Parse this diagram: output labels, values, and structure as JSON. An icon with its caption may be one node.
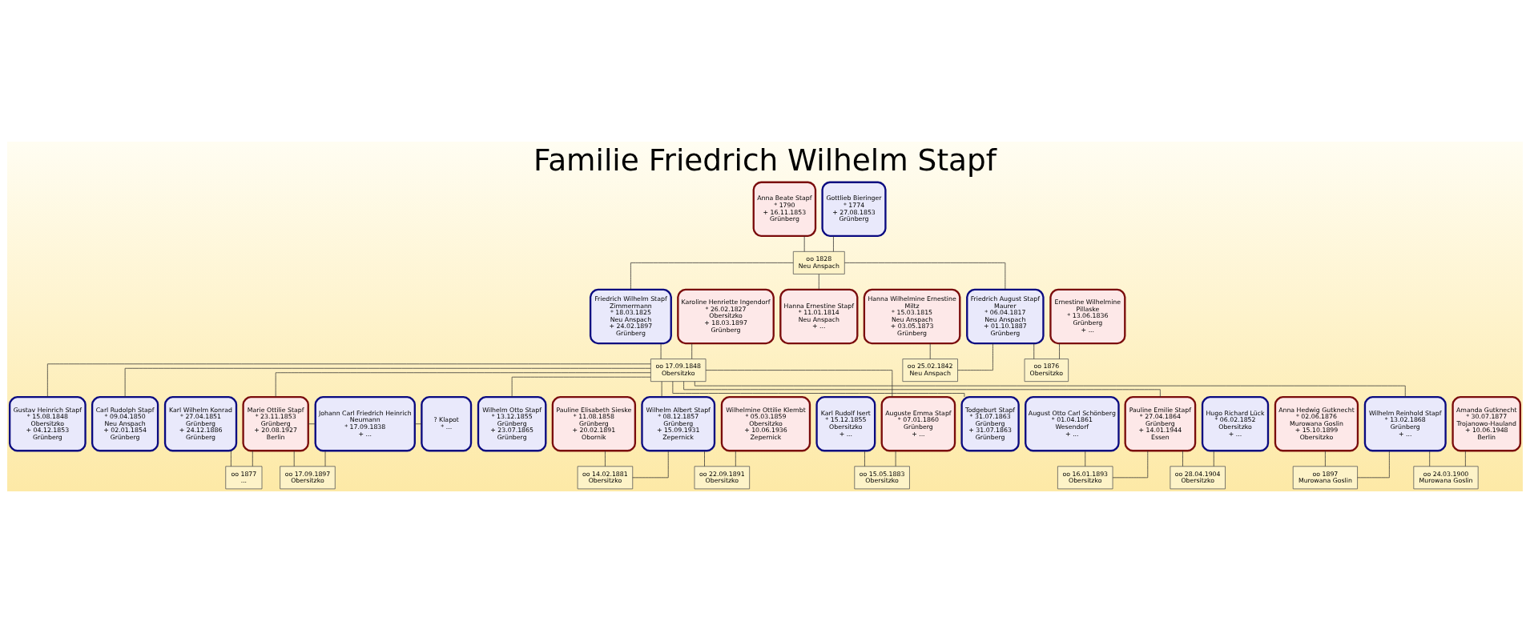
{
  "diagram": {
    "title": "Familie Friedrich Wilhelm Stapf",
    "nodes": [
      {
        "text": [
          "Anna Beate Stapf",
          "* 1790",
          "+ 16.11.1853",
          "Grünberg"
        ]
      },
      {
        "text": [
          "Gottlieb Bieringer",
          "* 1774",
          "+ 27.08.1853",
          "Grünberg"
        ]
      },
      {
        "text": [
          "oo 1828",
          "Neu Anspach"
        ]
      },
      {
        "text": [
          "Friedrich Wilhelm Stapf",
          "Zimmermann",
          "* 18.03.1825",
          "Neu Anspach",
          "+ 24.02.1897",
          "Grünberg"
        ]
      },
      {
        "text": [
          "Karoline Henriette Ingendorf",
          "* 26.02.1827",
          "Obersitzko",
          "+ 18.03.1897",
          "Grünberg"
        ]
      },
      {
        "text": [
          "Hanna Ernestine Stapf",
          "* 11.01.1814",
          "Neu Anspach",
          "+ ..."
        ]
      },
      {
        "text": [
          "Hanna Wilhelmine Ernestine",
          "Miltz",
          "* 15.03.1815",
          "Neu Anspach",
          "+ 03.05.1873",
          "Grünberg"
        ]
      },
      {
        "text": [
          "Friedrich August Stapf",
          "Maurer",
          "* 06.04.1817",
          "Neu Anspach",
          "+ 01.10.1887",
          "Grünberg"
        ]
      },
      {
        "text": [
          "Ernestine Wilhelmine",
          "Pillaske",
          "* 13.06.1836",
          "Grünberg",
          "+ ..."
        ]
      },
      {
        "text": [
          "oo 17.09.1848",
          "Obersitzko"
        ]
      },
      {
        "text": [
          "oo 25.02.1842",
          "Neu Anspach"
        ]
      },
      {
        "text": [
          "oo 1876",
          "Obersitzko"
        ]
      },
      {
        "text": [
          "Gustav Heinrich Stapf",
          "* 15.08.1848",
          "Obersitzko",
          "+ 04.12.1853",
          "Grünberg"
        ]
      },
      {
        "text": [
          "Carl Rudolph Stapf",
          "* 09.04.1850",
          "Neu Anspach",
          "+ 02.01.1854",
          "Grünberg"
        ]
      },
      {
        "text": [
          "Karl Wilhelm Konrad",
          "* 27.04.1851",
          "Grünberg",
          "+ 24.12.1886",
          "Grünberg"
        ]
      },
      {
        "text": [
          "Marie Ottilie Stapf",
          "* 23.11.1853",
          "Grünberg",
          "+ 20.08.1927",
          "Berlin"
        ]
      },
      {
        "text": [
          "Johann Carl Friedrich Heinrich",
          "Neumann",
          "* 17.09.1838",
          "+ ..."
        ]
      },
      {
        "text": [
          "? Klapot",
          "* ..."
        ]
      },
      {
        "text": [
          "Wilhelm Otto Stapf",
          "* 13.12.1855",
          "Grünberg",
          "+ 23.07.1865",
          "Grünberg"
        ]
      },
      {
        "text": [
          "Pauline Elisabeth Sieske",
          "* 11.08.1858",
          "Grünberg",
          "+ 20.02.1891",
          "Obornik"
        ]
      },
      {
        "text": [
          "Wilhelm Albert Stapf",
          "* 08.12.1857",
          "Grünberg",
          "+ 15.09.1931",
          "Zepernick"
        ]
      },
      {
        "text": [
          "Wilhelmine Ottilie Klembt",
          "* 05.03.1859",
          "Obersitzko",
          "+ 10.06.1936",
          "Zepernick"
        ]
      },
      {
        "text": [
          "Karl Rudolf Isert",
          "* 15.12.1855",
          "Obersitzko",
          "+ ..."
        ]
      },
      {
        "text": [
          "Auguste Emma Stapf",
          "* 07.01.1860",
          "Grünberg",
          "+ ..."
        ]
      },
      {
        "text": [
          "Todgeburt Stapf",
          "* 31.07.1863",
          "Grünberg",
          "+ 31.07.1863",
          "Grünberg"
        ]
      },
      {
        "text": [
          "August Otto Carl Schönberg",
          "* 01.04.1861",
          "Wesendorf",
          "+ ..."
        ]
      },
      {
        "text": [
          "Pauline Emilie Stapf",
          "* 27.04.1864",
          "Grünberg",
          "+ 14.01.1944",
          "Essen"
        ]
      },
      {
        "text": [
          "Hugo Richard Lück",
          "* 06.02.1852",
          "Obersitzko",
          "+ ..."
        ]
      },
      {
        "text": [
          "Anna Hedwig Gutknecht",
          "* 02.06.1876",
          "Murowana Goslin",
          "+ 15.10.1899",
          "Obersitzko"
        ]
      },
      {
        "text": [
          "Wilhelm Reinhold Stapf",
          "* 13.02.1868",
          "Grünberg",
          "+ ..."
        ]
      },
      {
        "text": [
          "Amanda Gutknecht",
          "* 30.07.1877",
          "Trojanowo-Hauland",
          "+ 10.06.1948",
          "Berlin"
        ]
      },
      {
        "text": [
          "oo 1877",
          "..."
        ]
      },
      {
        "text": [
          "oo 17.09.1897",
          "Obersitzko"
        ]
      },
      {
        "text": [
          "oo 14.02.1881",
          "Obersitzko"
        ]
      },
      {
        "text": [
          "oo 22.09.1891",
          "Obersitzko"
        ]
      },
      {
        "text": [
          "oo 15.05.1883",
          "Obersitzko"
        ]
      },
      {
        "text": [
          "oo 16.01.1893",
          "Obersitzko"
        ]
      },
      {
        "text": [
          "oo 28.04.1904",
          "Obersitzko"
        ]
      },
      {
        "text": [
          "oo 1897",
          "Murowana Goslin"
        ]
      },
      {
        "text": [
          "oo 24.03.1900",
          "Murowana Goslin"
        ]
      }
    ],
    "edges": [
      {
        "from": 0,
        "to": 2,
        "arrow": "none"
      },
      {
        "from": 1,
        "to": 2,
        "arrow": "none"
      },
      {
        "from": 2,
        "to": 3,
        "arrow": "none"
      },
      {
        "from": 2,
        "to": 5,
        "arrow": "none"
      },
      {
        "from": 2,
        "to": 7,
        "arrow": "none"
      },
      {
        "from": 3,
        "to": 9,
        "arrow": "none"
      },
      {
        "from": 4,
        "to": 9,
        "arrow": "none"
      },
      {
        "from": 6,
        "to": 10,
        "arrow": "none"
      },
      {
        "from": 7,
        "to": 10,
        "arrow": "none"
      },
      {
        "from": 7,
        "to": 11,
        "arrow": "none"
      },
      {
        "from": 8,
        "to": 11,
        "arrow": "none"
      },
      {
        "from": 9,
        "to": 12,
        "arrow": "none"
      },
      {
        "from": 9,
        "to": 13,
        "arrow": "none"
      },
      {
        "from": 9,
        "to": 15,
        "arrow": "none"
      },
      {
        "from": 9,
        "to": 18,
        "arrow": "none"
      },
      {
        "from": 9,
        "to": 20,
        "arrow": "none"
      },
      {
        "from": 9,
        "to": 23,
        "arrow": "none"
      },
      {
        "from": 9,
        "to": 24,
        "arrow": "none"
      },
      {
        "from": 9,
        "to": 26,
        "arrow": "none"
      },
      {
        "from": 9,
        "to": 29,
        "arrow": "none"
      },
      {
        "from": 15,
        "to": 16,
        "arrow": "none"
      },
      {
        "from": 16,
        "to": 17,
        "arrow": "none"
      },
      {
        "from": 14,
        "to": 31,
        "arrow": "none"
      },
      {
        "from": 15,
        "to": 31,
        "arrow": "none"
      },
      {
        "from": 15,
        "to": 32,
        "arrow": "none"
      },
      {
        "from": 16,
        "to": 32,
        "arrow": "none"
      },
      {
        "from": 19,
        "to": 33,
        "arrow": "none"
      },
      {
        "from": 20,
        "to": 33,
        "arrow": "none"
      },
      {
        "from": 20,
        "to": 34,
        "arrow": "none"
      },
      {
        "from": 21,
        "to": 34,
        "arrow": "none"
      },
      {
        "from": 22,
        "to": 35,
        "arrow": "none"
      },
      {
        "from": 23,
        "to": 35,
        "arrow": "none"
      },
      {
        "from": 25,
        "to": 36,
        "arrow": "none"
      },
      {
        "from": 26,
        "to": 36,
        "arrow": "none"
      },
      {
        "from": 26,
        "to": 37,
        "arrow": "none"
      },
      {
        "from": 27,
        "to": 37,
        "arrow": "none"
      },
      {
        "from": 28,
        "to": 38,
        "arrow": "none"
      },
      {
        "from": 29,
        "to": 38,
        "arrow": "none"
      },
      {
        "from": 29,
        "to": 39,
        "arrow": "none"
      },
      {
        "from": 30,
        "to": 39,
        "arrow": "none"
      }
    ]
  }
}
